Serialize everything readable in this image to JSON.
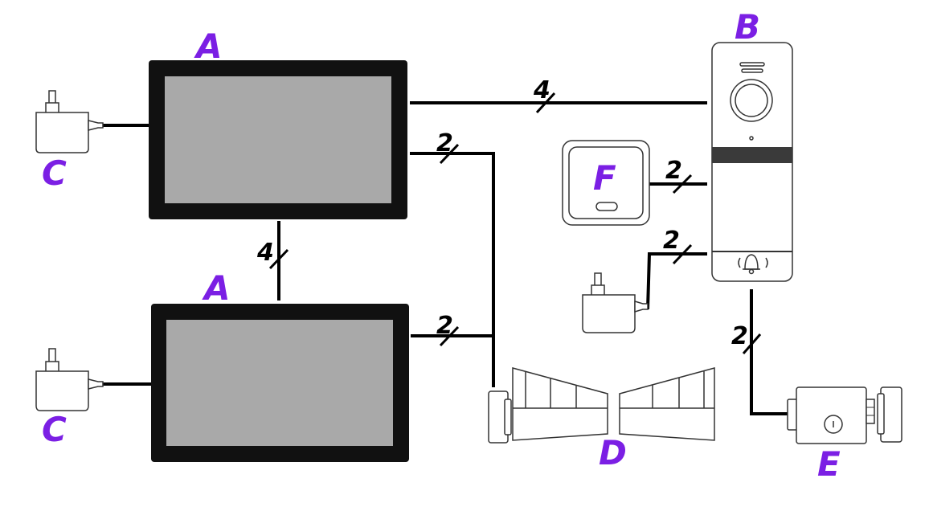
{
  "colors": {
    "label": "#7b1fe4",
    "wire": "#000000",
    "screen": "#a9a9a9",
    "bezel": "#111111",
    "band": "#3a3a3a"
  },
  "labels": {
    "monitor_1": "A",
    "monitor_2": "A",
    "call_panel": "B",
    "adapter_1": "C",
    "adapter_2": "C",
    "gate": "D",
    "lock": "E",
    "reader": "F"
  },
  "wire_counts": {
    "monitor_to_panel": "4",
    "monitor_to_monitor": "4",
    "monitor1_to_gate": "2",
    "monitor2_to_gate": "2",
    "reader_to_panel": "2",
    "adapter_to_panel": "2",
    "panel_to_lock": "2"
  },
  "icons": {
    "bell": "bell-icon",
    "camera": "camera-icon"
  }
}
